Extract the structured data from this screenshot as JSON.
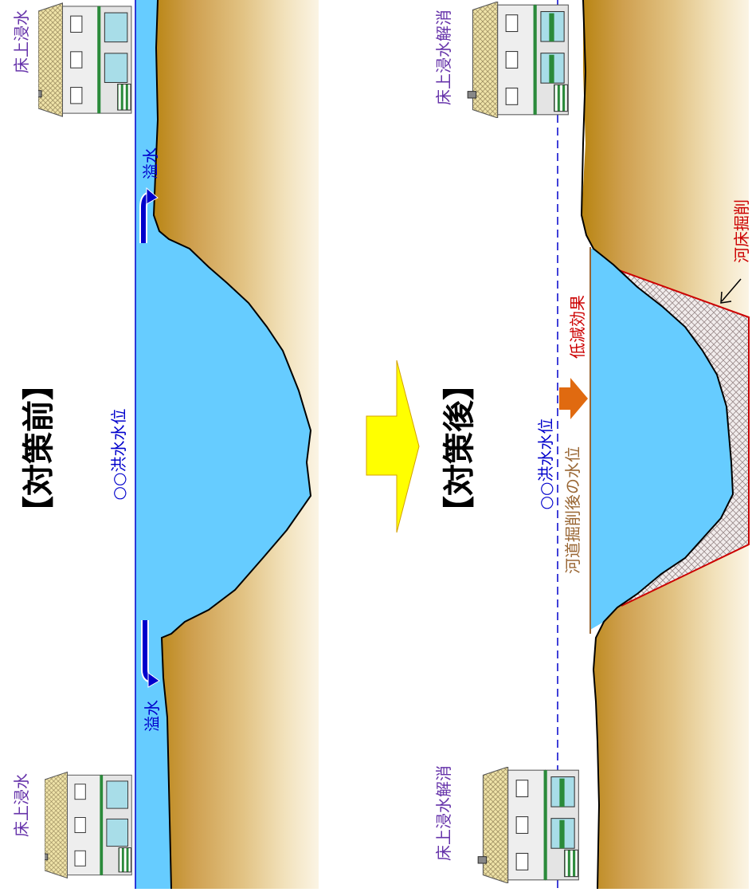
{
  "before": {
    "title": "【対策前】",
    "flood_level_label": "○○洪水水位",
    "overflow_label_right": "溢水",
    "overflow_label_left": "溢水",
    "house_label_top": "床上浸水",
    "house_label_bottom": "床上浸水"
  },
  "after": {
    "title": "【対策後】",
    "flood_level_label": "○○洪水水位",
    "post_excavation_label": "河道掘削後の水位",
    "reduction_label": "低減効果",
    "excavation_label": "河床掘削",
    "house_label_top": "床上浸水解消",
    "house_label_bottom": "床上浸水解消"
  },
  "colors": {
    "water": "#66ccff",
    "flood_line": "#0000cc",
    "label_blue": "#0000cc",
    "label_purple": "#6633aa",
    "label_brown": "#996633",
    "label_red": "#cc0000",
    "excavation_outline": "#cc0000",
    "reduction_arrow": "#e06a10",
    "transition_arrow": "#ffff00"
  },
  "icons": {
    "house": "house-icon",
    "overflow_arrow": "overflow-arrow-icon",
    "transition_arrow": "transition-arrow-icon",
    "reduction_arrow": "reduction-arrow-icon",
    "leader_arrow": "leader-arrow-icon"
  }
}
